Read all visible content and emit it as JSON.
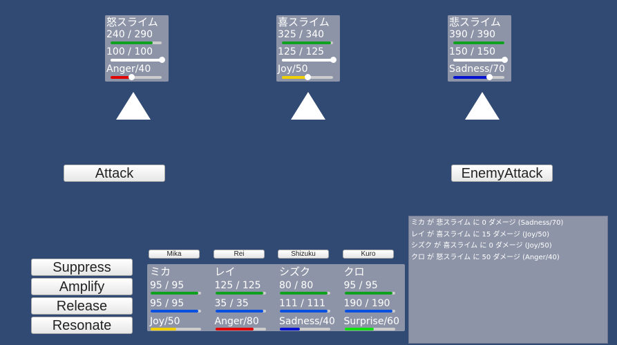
{
  "enemies": [
    {
      "name": "怒スライム",
      "hp": "240 / 290",
      "hp_frac": 0.83,
      "mp": "100 / 100",
      "mp_frac": 1.0,
      "emotion": "Anger/40",
      "emo_frac": 0.4,
      "emo_color": "#e00000"
    },
    {
      "name": "喜スライム",
      "hp": "325 / 340",
      "hp_frac": 0.96,
      "mp": "125 / 125",
      "mp_frac": 1.0,
      "emotion": "Joy/50",
      "emo_frac": 0.5,
      "emo_color": "#f0d000"
    },
    {
      "name": "悲スライム",
      "hp": "390 / 390",
      "hp_frac": 1.0,
      "mp": "150 / 150",
      "mp_frac": 1.0,
      "emotion": "Sadness/70",
      "emo_frac": 0.7,
      "emo_color": "#0010d0"
    }
  ],
  "buttons": {
    "attack": "Attack",
    "enemy_attack": "EnemyAttack",
    "suppress": "Suppress",
    "amplify": "Amplify",
    "release": "Release",
    "resonate": "Resonate"
  },
  "party": [
    {
      "button": "Mika",
      "name": "ミカ",
      "hp": "95 / 95",
      "hp_frac": 1.0,
      "mp": "95 / 95",
      "mp_frac": 1.0,
      "emotion": "Joy/50",
      "emo_frac": 0.5,
      "emo_color": "#f0d000"
    },
    {
      "button": "Rei",
      "name": "レイ",
      "hp": "125 / 125",
      "hp_frac": 1.0,
      "mp": "35 / 35",
      "mp_frac": 1.0,
      "emotion": "Anger/80",
      "emo_frac": 0.76,
      "emo_color": "#e00000"
    },
    {
      "button": "Shizuku",
      "name": "シズク",
      "hp": "80 / 80",
      "hp_frac": 1.0,
      "mp": "111 / 111",
      "mp_frac": 1.0,
      "emotion": "Sadness/40",
      "emo_frac": 0.4,
      "emo_color": "#0010d0"
    },
    {
      "button": "Kuro",
      "name": "クロ",
      "hp": "95 / 95",
      "hp_frac": 1.0,
      "mp": "190 / 190",
      "mp_frac": 1.0,
      "emotion": "Surprise/60",
      "emo_frac": 0.58,
      "emo_color": "#10e010"
    }
  ],
  "log": [
    "ミカ が 悲スライム に 0 ダメージ (Sadness/70)",
    "レイ が 喜スライム に 15 ダメージ (Joy/50)",
    "シズク が 喜スライム に 0 ダメージ (Joy/50)",
    "クロ が 怒スライム に 50 ダメージ (Anger/40)"
  ]
}
